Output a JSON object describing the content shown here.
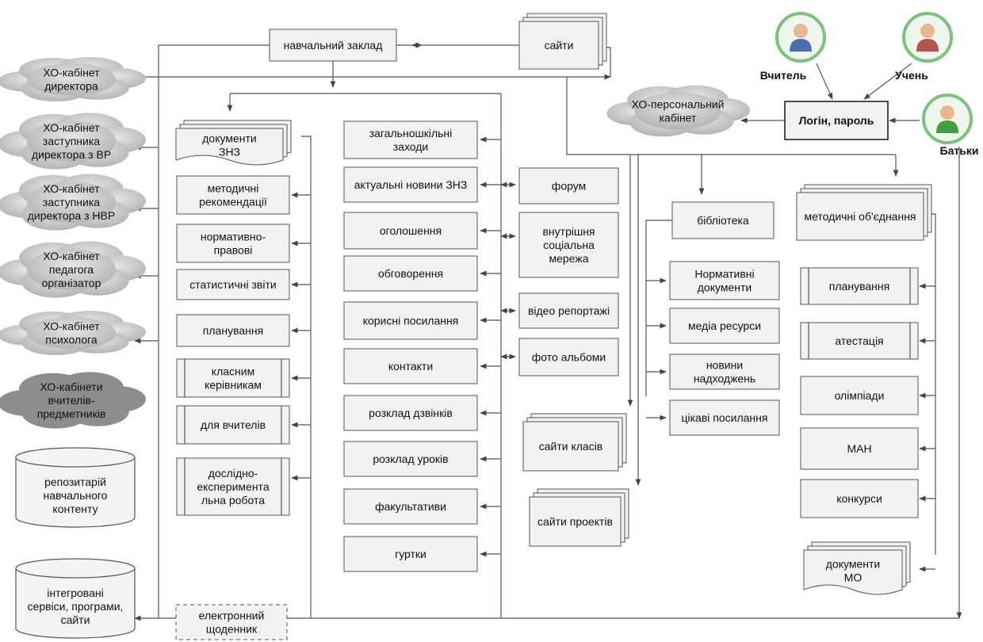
{
  "clouds": [
    {
      "lines": [
        "ХО-кабінет",
        "директора"
      ]
    },
    {
      "lines": [
        "ХО-кабінет",
        "заступника",
        "директора з ВР"
      ]
    },
    {
      "lines": [
        "ХО-кабінет",
        "заступника",
        "директора з НВР"
      ]
    },
    {
      "lines": [
        "ХО-кабінет",
        "педагога",
        "організатор"
      ]
    },
    {
      "lines": [
        "ХО-кабінет",
        "психолога"
      ]
    },
    {
      "lines": [
        "ХО-кабінети",
        "вчителів-",
        "предметників"
      ]
    },
    {
      "lines": [
        "ХО-персональний",
        "кабінет"
      ]
    }
  ],
  "cylinders": [
    {
      "lines": [
        "репозитарій",
        "навчального",
        "контенту"
      ]
    },
    {
      "lines": [
        "інтегровані",
        "сервіси, програми,",
        "сайти"
      ]
    }
  ],
  "top": {
    "school": "навчальний заклад",
    "sites": "сайти",
    "login": "Логін, пароль"
  },
  "users": {
    "teacher": "Вчитель",
    "student": "Учень",
    "parents": "Батьки"
  },
  "col_docs": {
    "header": [
      "документи",
      "ЗНЗ"
    ],
    "items": [
      [
        "методичні",
        "рекомендації"
      ],
      [
        "нормативно-",
        "правові"
      ],
      [
        "статистичні звіти"
      ],
      [
        "планування"
      ],
      [
        "класним",
        "керівникам"
      ],
      [
        "для вчителів"
      ],
      [
        "дослідно-",
        "експеримента",
        "льна робота"
      ]
    ],
    "diary": [
      "електронний",
      "щоденник"
    ]
  },
  "col_news": {
    "items": [
      [
        "загальношкільні",
        "заходи"
      ],
      [
        "актуальні новини ЗНЗ"
      ],
      [
        "оголошення"
      ],
      [
        "обговорення"
      ],
      [
        "корисні посилання"
      ],
      [
        "контакти"
      ],
      [
        "розклад дзвінків"
      ],
      [
        "розклад уроків"
      ],
      [
        "факультативи"
      ],
      [
        "гуртки"
      ]
    ]
  },
  "col_media": {
    "items": [
      [
        "форум"
      ],
      [
        "внутрішня",
        "соціальна",
        "мережа"
      ],
      [
        "відео репортажі"
      ],
      [
        "фото альбоми"
      ]
    ],
    "class_sites": "сайти класів",
    "project_sites": "сайти проектів"
  },
  "col_library": {
    "header": "бібліотека",
    "items": [
      [
        "Нормативні",
        "документи"
      ],
      [
        "медіа ресурси"
      ],
      [
        "новини",
        "надходжень"
      ],
      [
        "цікаві посилання"
      ]
    ]
  },
  "col_mo": {
    "header": "методичні об'єднання",
    "items": [
      [
        "планування"
      ],
      [
        "атестація"
      ],
      [
        "олімпіади"
      ],
      [
        "МАН"
      ],
      [
        "конкурси"
      ]
    ],
    "docs": [
      "документи",
      "МО"
    ]
  }
}
